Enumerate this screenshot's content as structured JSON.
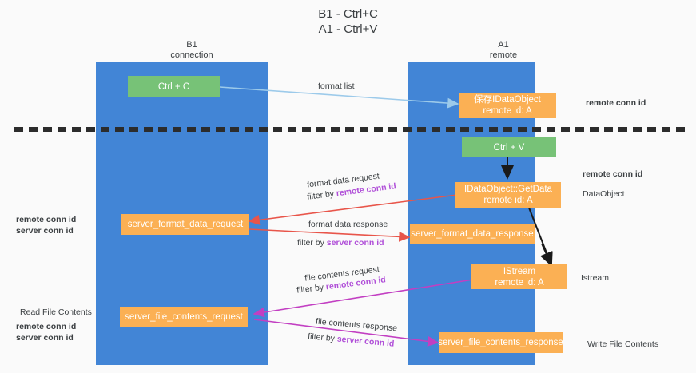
{
  "title": {
    "line1": "B1 - Ctrl+C",
    "line2": "A1 - Ctrl+V"
  },
  "columns": [
    {
      "name": "B1",
      "role": "connection"
    },
    {
      "name": "A1",
      "role": "remote"
    }
  ],
  "colors": {
    "lane": "#4285d6",
    "green_box": "#77c277",
    "orange_box": "#fbb054",
    "purple_text": "#b04fd8",
    "green_text": "#6cbf6c",
    "arrow_blue": "#9ccaea",
    "arrow_red": "#e8554a",
    "arrow_black": "#1a1a1a",
    "arrow_magenta": "#c23fc2",
    "divider": "#2c2c2c",
    "background": "#fafafa"
  },
  "boxes": {
    "ctrl_c": {
      "label": "Ctrl + C",
      "kind": "green"
    },
    "ctrl_v": {
      "label": "Ctrl + V",
      "kind": "green"
    },
    "save_dataobject": {
      "line1": "保存IDataObject",
      "line2": "remote id: A",
      "kind": "orange"
    },
    "getdata": {
      "line1": "IDataObject::GetData",
      "line2": "remote id: A",
      "kind": "orange"
    },
    "server_format_data_request": {
      "label": "server_format_data_request",
      "kind": "orange"
    },
    "server_format_data_response": {
      "label": "server_format_data_response",
      "kind": "orange"
    },
    "istream": {
      "line1": "IStream",
      "line2": "remote id: A",
      "kind": "orange"
    },
    "server_file_contents_request": {
      "label": "server_file_contents_request",
      "kind": "orange"
    },
    "server_file_contents_response": {
      "label": "server_file_contents_response",
      "kind": "orange"
    }
  },
  "edge_labels": {
    "format_list": "format list",
    "format_data_request": "format data request",
    "format_data_request_filter_prefix": "filter by ",
    "format_data_request_filter_key": "remote conn id",
    "format_data_response": "format data response",
    "format_data_response_filter_prefix": "filter by ",
    "format_data_response_filter_key": "server conn id",
    "file_contents_request": "file contents request",
    "file_contents_request_filter_prefix": "filter by ",
    "file_contents_request_filter_key": "remote conn id",
    "file_contents_response": "file contents response",
    "file_contents_response_filter_prefix": "filter by ",
    "file_contents_response_filter_key": "server conn id"
  },
  "side_labels": {
    "right_remote_conn_id_top": "remote conn id",
    "right_remote_conn_id_mid": "remote conn id",
    "right_dataobject": "DataObject",
    "right_istream": "Istream",
    "right_write_file_contents": "Write File Contents",
    "left_remote_conn_id_mid": "remote conn id",
    "left_server_conn_id_mid": "server conn id",
    "left_read_file_contents": "Read File Contents",
    "left_remote_conn_id_bottom": "remote conn id",
    "left_server_conn_id_bottom": "server conn id"
  }
}
